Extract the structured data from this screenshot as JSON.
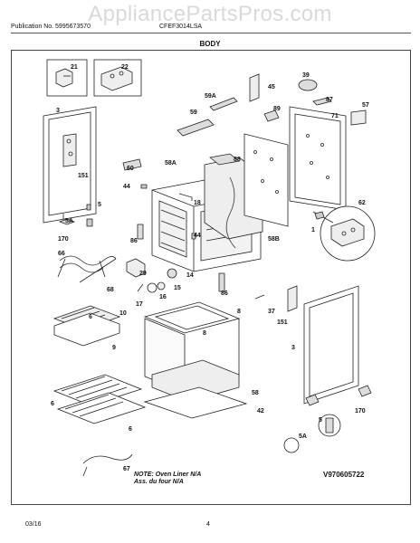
{
  "watermark": "AppliancePartsPros.com",
  "header": {
    "publication": "Publication No. 5995673570",
    "model": "CFEF3014LSA",
    "section": "BODY"
  },
  "note": {
    "line1": "NOTE: Oven Liner N/A",
    "line2": "Ass. du four N/A"
  },
  "diagram_code": "V970605722",
  "footer": {
    "date": "03/16",
    "page": "4"
  },
  "labels": {
    "p21": "21",
    "p22": "22",
    "p45": "45",
    "p39": "39",
    "p59A": "59A",
    "p59": "59",
    "p87": "87",
    "p89": "89",
    "p71": "71",
    "p57": "57",
    "p3a": "3",
    "p151a": "151",
    "p44a": "44",
    "p60": "60",
    "p58A": "58A",
    "p88": "88",
    "p18": "18",
    "p44b": "44",
    "p62": "62",
    "p1": "1",
    "p5a": "5",
    "p5Aa": "5A",
    "p170a": "170",
    "p86a": "86",
    "p58B": "58B",
    "p66": "66",
    "p29": "29",
    "p14": "14",
    "p15": "15",
    "p16": "16",
    "p17": "17",
    "p68": "68",
    "p86b": "86",
    "p37": "37",
    "p151b": "151",
    "p10": "10",
    "p6a": "6",
    "p9": "9",
    "p3b": "3",
    "p8a": "8",
    "p8b": "8",
    "p58": "58",
    "p42": "42",
    "p6b": "6",
    "p6c": "6",
    "p5b": "5",
    "p5Ab": "5A",
    "p170b": "170",
    "p67": "67"
  }
}
